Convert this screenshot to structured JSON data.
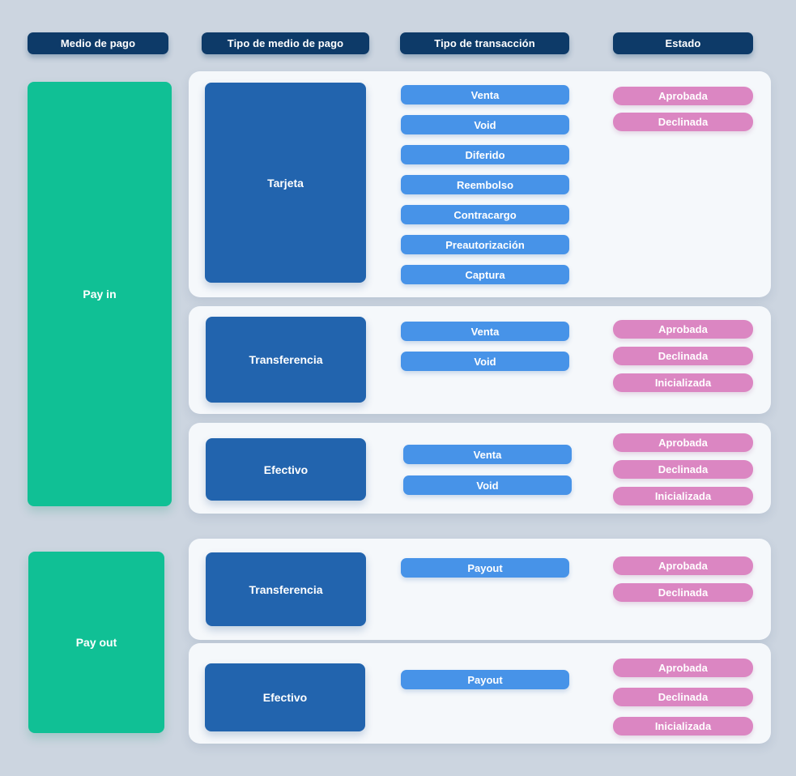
{
  "headers": [
    {
      "label": "Medio de pago"
    },
    {
      "label": "Tipo de medio de pago"
    },
    {
      "label": "Tipo de transacción"
    },
    {
      "label": "Estado"
    }
  ],
  "flows": [
    {
      "label": "Pay in"
    },
    {
      "label": "Pay out"
    }
  ],
  "cards": [
    {
      "flow": "Pay in",
      "method": "Tarjeta",
      "transactions": [
        "Venta",
        "Void",
        "Diferido",
        "Reembolso",
        "Contracargo",
        "Preautorización",
        "Captura"
      ],
      "states": [
        "Aprobada",
        "Declinada"
      ]
    },
    {
      "flow": "Pay in",
      "method": "Transferencia",
      "transactions": [
        "Venta",
        "Void"
      ],
      "states": [
        "Aprobada",
        "Declinada",
        "Inicializada"
      ]
    },
    {
      "flow": "Pay in",
      "method": "Efectivo",
      "transactions": [
        "Venta",
        "Void"
      ],
      "states": [
        "Aprobada",
        "Declinada",
        "Inicializada"
      ]
    },
    {
      "flow": "Pay out",
      "method": "Transferencia",
      "transactions": [
        "Payout"
      ],
      "states": [
        "Aprobada",
        "Declinada"
      ]
    },
    {
      "flow": "Pay out",
      "method": "Efectivo",
      "transactions": [
        "Payout"
      ],
      "states": [
        "Aprobada",
        "Declinada",
        "Inicializada"
      ]
    }
  ],
  "colors": {
    "background": "#ccd5e0",
    "card_background": "#f5f8fb",
    "header_navy": "#0d3a68",
    "method_blue": "#2264ae",
    "transaction_blue": "#4793e8",
    "state_pink": "#db86c2",
    "flow_green": "#10c095",
    "label_text": "#ffffff"
  }
}
